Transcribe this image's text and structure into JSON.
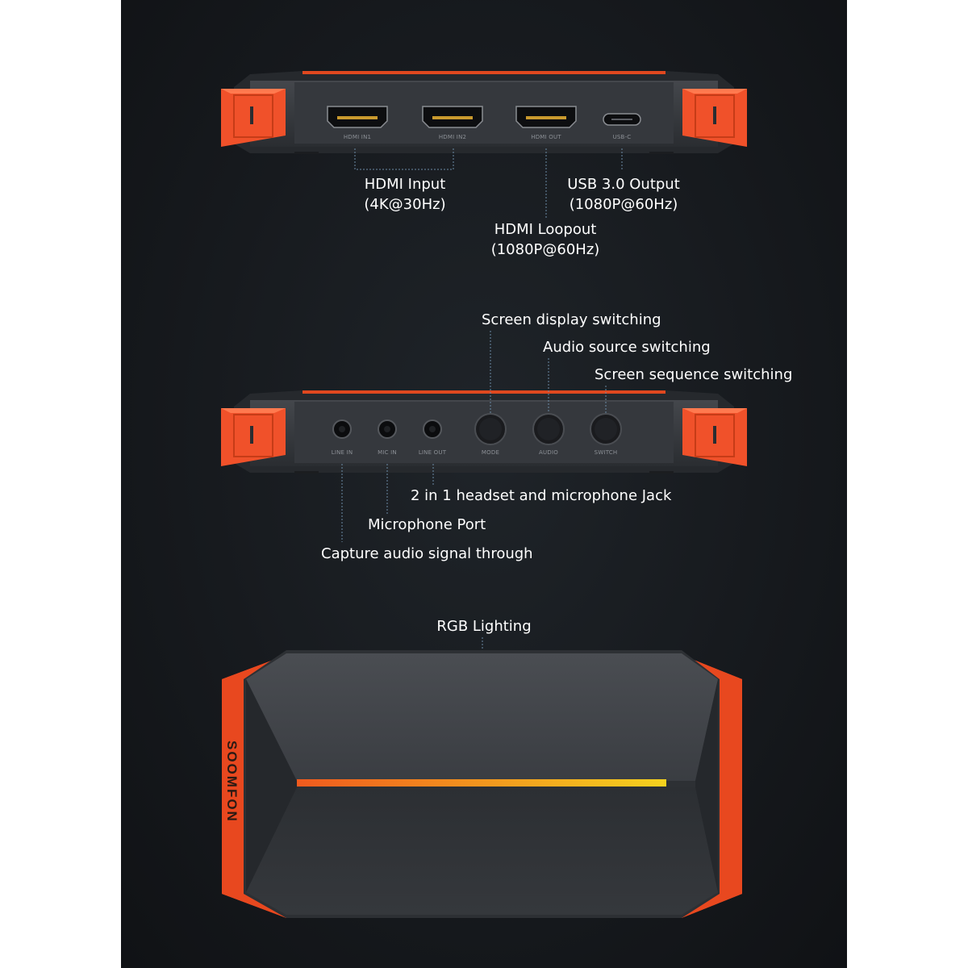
{
  "colors": {
    "accent_orange": "#f0512a",
    "housing_dark": "#2d3034",
    "panel_face": "#3a3d42",
    "light_bar_start": "#f05a1e",
    "light_bar_end": "#f5d21e",
    "leader_line": "#6b8aa5"
  },
  "front_panel": {
    "ports": [
      "HDMI IN1",
      "HDMI IN2",
      "HDMI OUT",
      "USB-C"
    ],
    "callouts": {
      "hdmi_input": [
        "HDMI Input",
        "(4K@30Hz)"
      ],
      "usb_output": [
        "USB 3.0 Output",
        "(1080P@60Hz)"
      ],
      "hdmi_loopout": [
        "HDMI Loopout",
        "(1080P@60Hz)"
      ]
    }
  },
  "back_panel": {
    "ports": [
      "LINE IN",
      "MIC IN",
      "LINE OUT",
      "MODE",
      "AUDIO",
      "SWITCH"
    ],
    "callouts": {
      "mode": "Screen display switching",
      "audio": "Audio source switching",
      "switch": "Screen sequence switching",
      "line_out": "2 in 1 headset and microphone Jack",
      "mic_in": "Microphone Port",
      "line_in": "Capture audio signal through"
    }
  },
  "top_view": {
    "callout": "RGB Lighting",
    "brand": "SOOMFON"
  }
}
